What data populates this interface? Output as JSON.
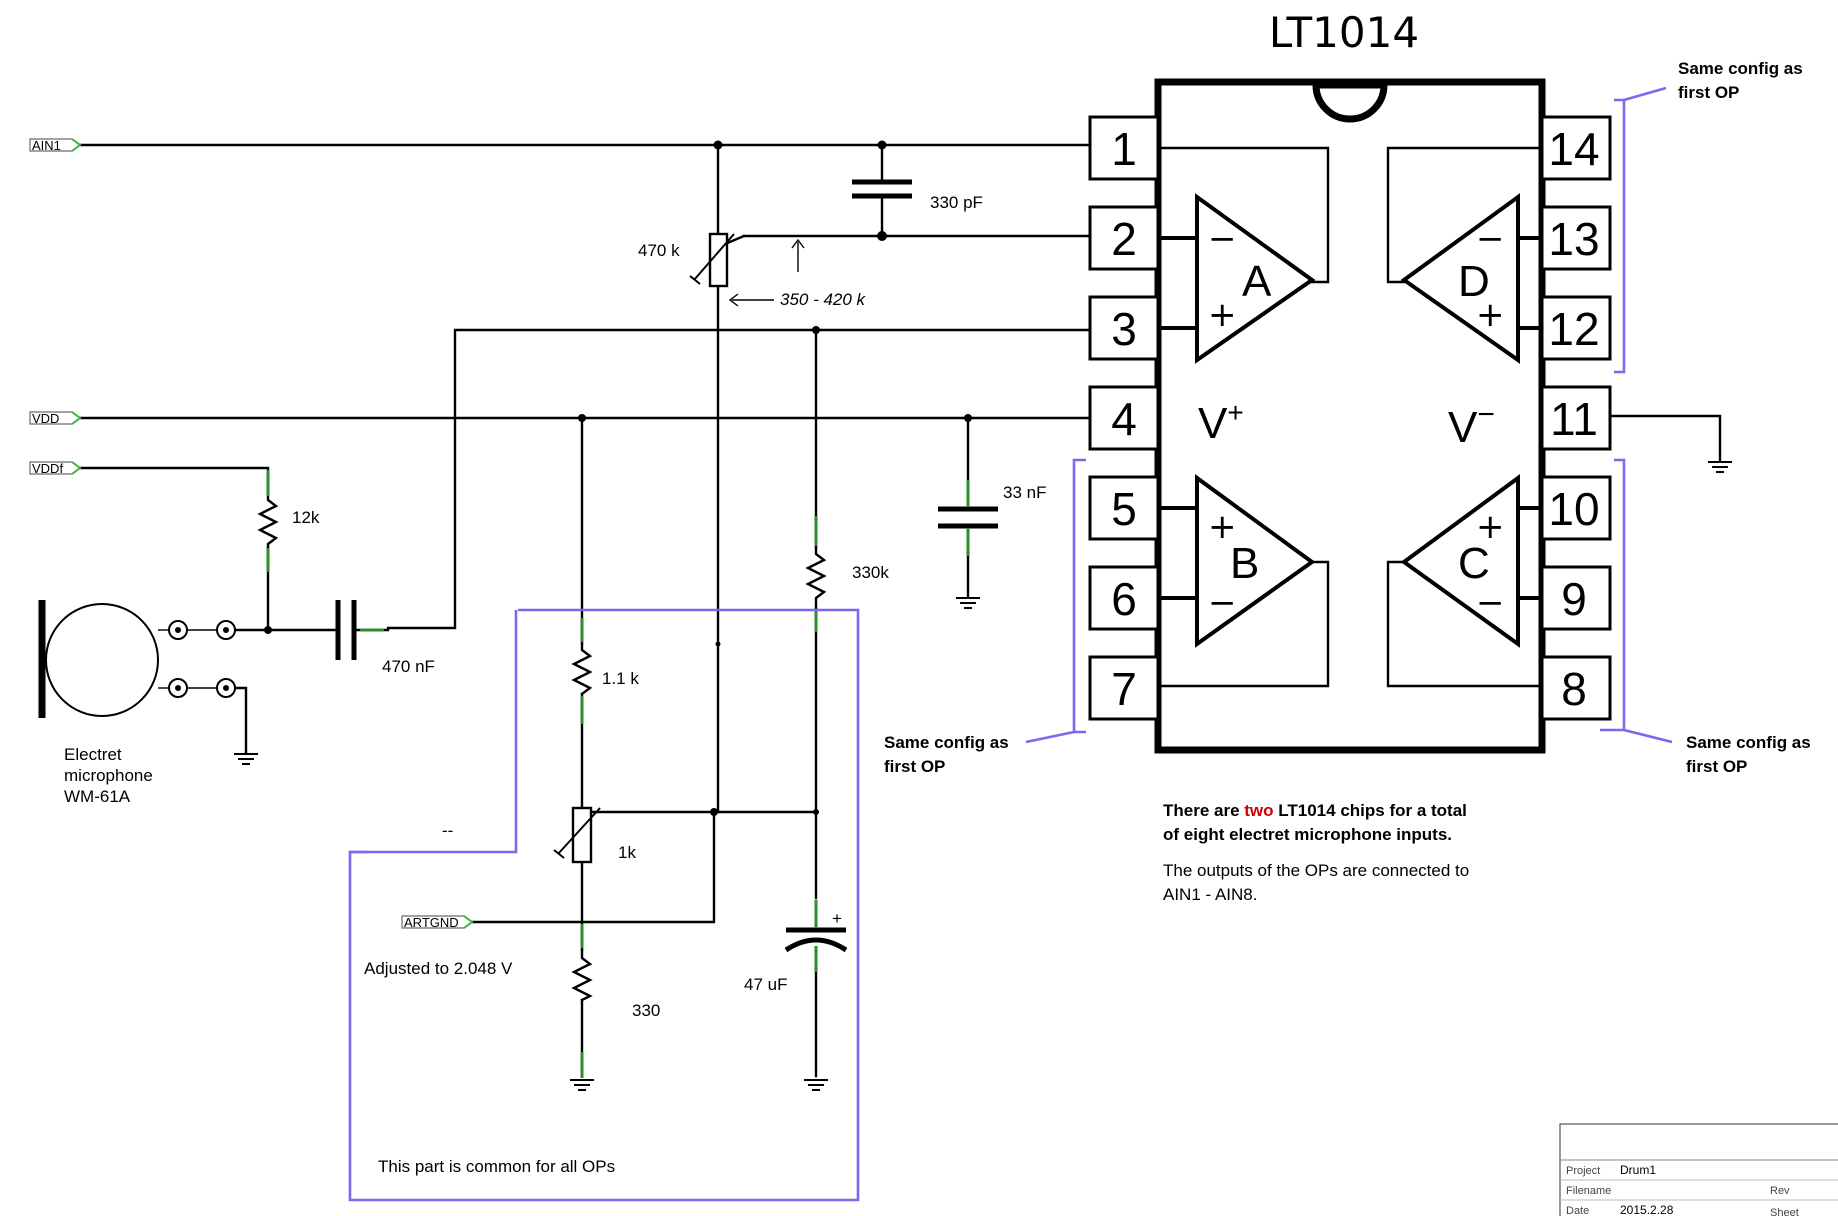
{
  "chip": {
    "title": "LT1014",
    "pins_left": [
      "1",
      "2",
      "3",
      "4",
      "5",
      "6",
      "7"
    ],
    "pins_right": [
      "14",
      "13",
      "12",
      "11",
      "10",
      "9",
      "8"
    ],
    "opamp_a": "A",
    "opamp_b": "B",
    "opamp_c": "C",
    "opamp_d": "D",
    "vplus": "V",
    "vplus_sup": "+",
    "vminus": "V",
    "vminus_sup": "−",
    "plus": "+",
    "minus": "−"
  },
  "nets": {
    "ain1": "AIN1",
    "vdd": "VDD",
    "vddf": "VDDf",
    "artgnd": "ARTGND"
  },
  "components": {
    "c_330pf": "330 pF",
    "pot_470k": "470 k",
    "pot_range": "350 - 420 k",
    "c_33nf": "33 nF",
    "r_12k": "12k",
    "r_330k": "330k",
    "c_470nf": "470 nF",
    "r_1_1k": "1.1 k",
    "pot_1k": "1k",
    "r_330": "330",
    "c_47uf": "47 uF",
    "c_47uf_plus": "+",
    "adjusted": "Adjusted to 2.048 V",
    "dash_mark": "--"
  },
  "mic": {
    "line1": "Electret",
    "line2": "microphone",
    "line3": "WM-61A"
  },
  "notes": {
    "same_config_top_l1": "Same config as",
    "same_config_top_l2": "first OP",
    "same_config_left_l1": "Same config as",
    "same_config_left_l2": "first OP",
    "same_config_right_l1": "Same config as",
    "same_config_right_l2": "first OP",
    "common_part": "This part is common for all OPs",
    "two_chips_a": "There are ",
    "two_chips_highlight": "two",
    "two_chips_b": " LT1014  chips for a total",
    "two_chips_line2": "of eight electret microphone inputs.",
    "outputs_line1": "The outputs of the OPs are connected to",
    "outputs_line2": "AIN1 - AIN8."
  },
  "title_block": {
    "project_label": "Project",
    "project_value": "Drum1",
    "filename_label": "Filename",
    "rev_label": "Rev",
    "date_label": "Date",
    "date_value": "2015.2.28",
    "sheet_label": "Sheet"
  },
  "colors": {
    "highlight": "#cc0000",
    "bracket": "#7b68ee",
    "wire": "#000000"
  }
}
